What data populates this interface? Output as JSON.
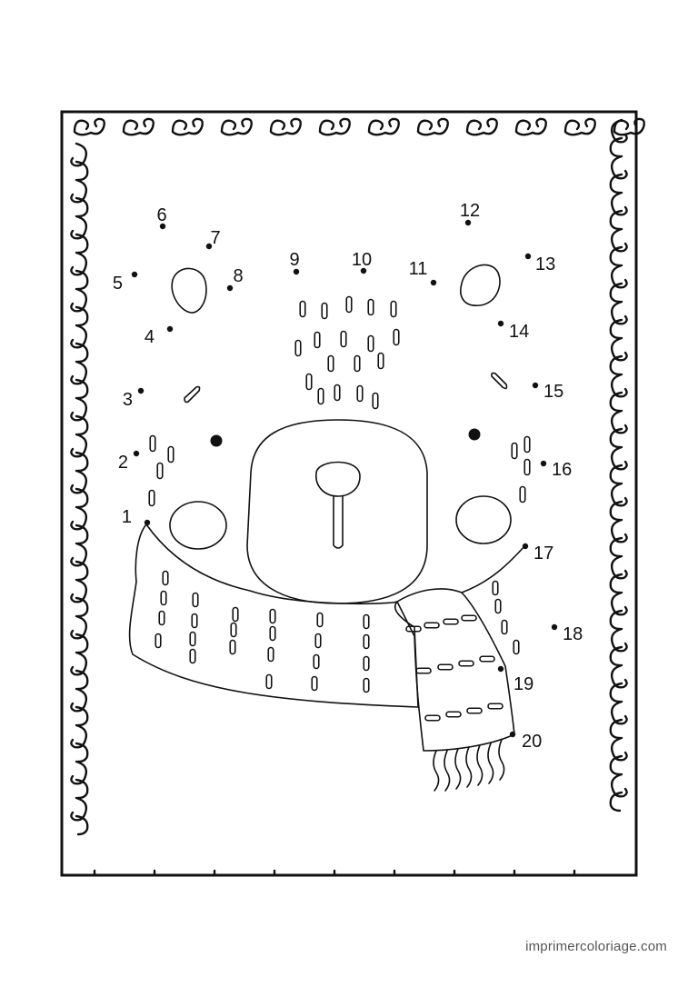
{
  "dots": [
    {
      "label": "1"
    },
    {
      "label": "2"
    },
    {
      "label": "3"
    },
    {
      "label": "4"
    },
    {
      "label": "5"
    },
    {
      "label": "6"
    },
    {
      "label": "7"
    },
    {
      "label": "8"
    },
    {
      "label": "9"
    },
    {
      "label": "10"
    },
    {
      "label": "11"
    },
    {
      "label": "12"
    },
    {
      "label": "13"
    },
    {
      "label": "14"
    },
    {
      "label": "15"
    },
    {
      "label": "16"
    },
    {
      "label": "17"
    },
    {
      "label": "18"
    },
    {
      "label": "19"
    },
    {
      "label": "20"
    }
  ],
  "footer": {
    "site": "imprimercoloriage.com"
  }
}
